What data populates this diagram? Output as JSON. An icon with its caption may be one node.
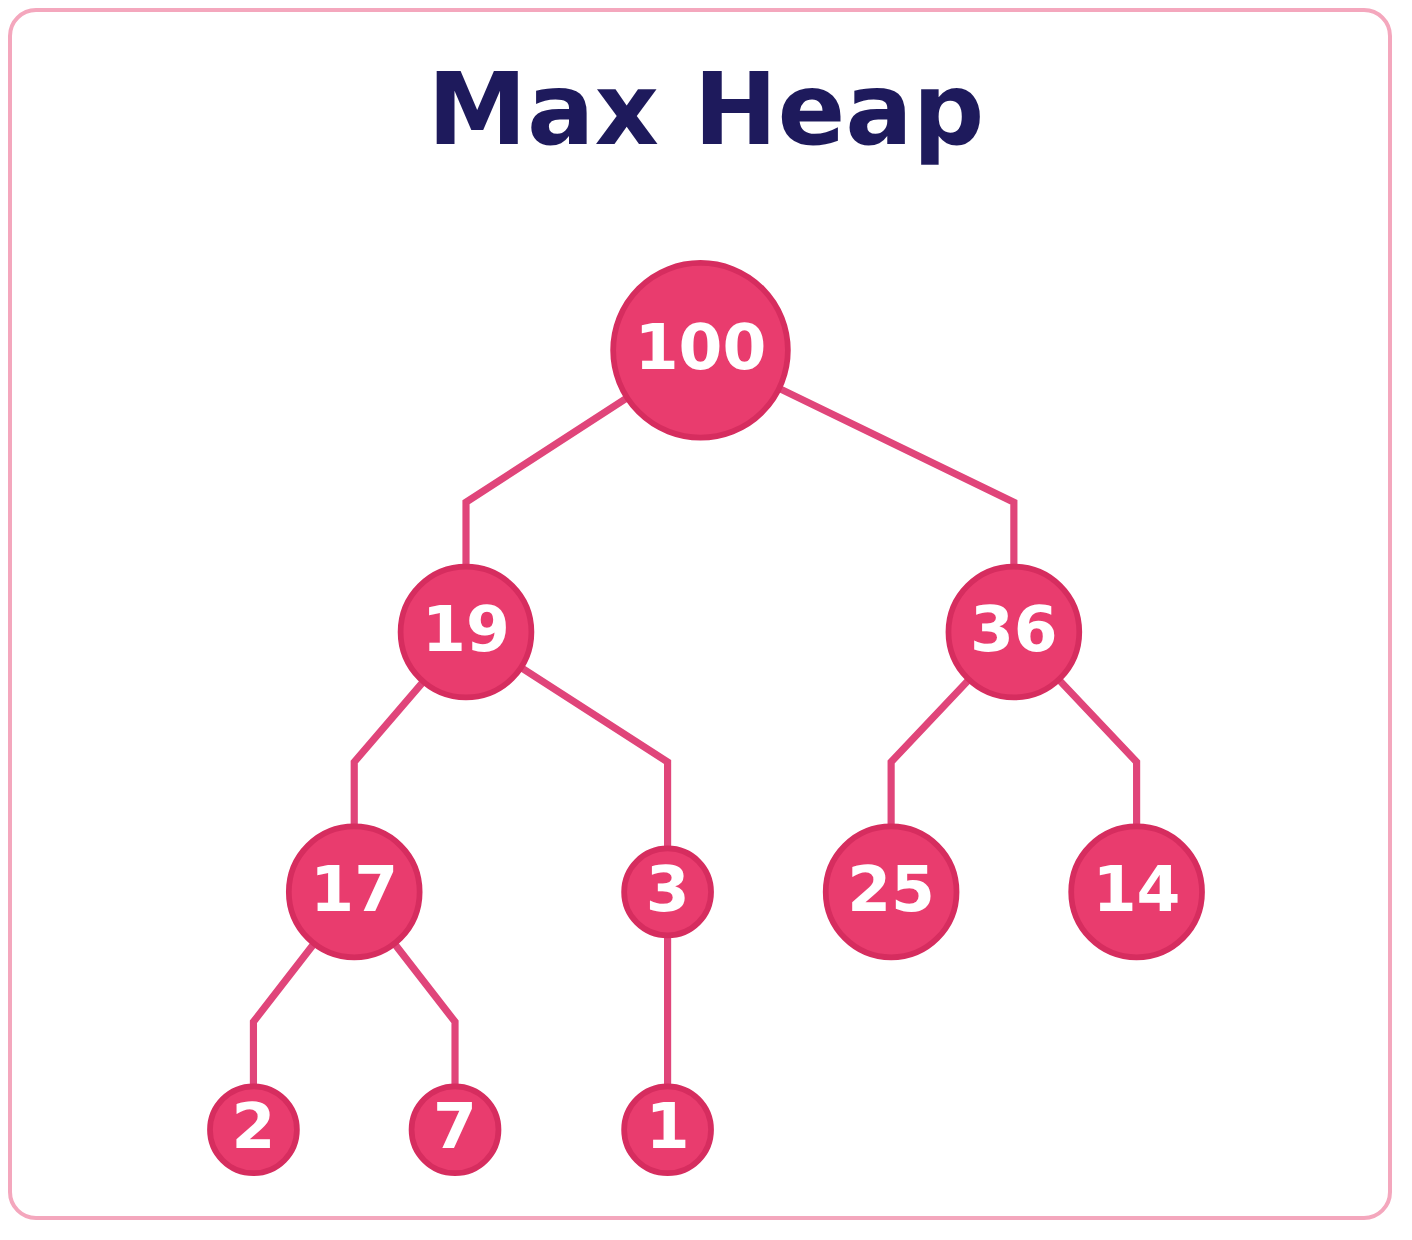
{
  "diagram": {
    "title": "Max Heap",
    "nodes": [
      {
        "text": [
          "100"
        ]
      },
      {
        "text": [
          "19"
        ]
      },
      {
        "text": [
          "36"
        ]
      },
      {
        "text": [
          "17"
        ]
      },
      {
        "text": [
          "3"
        ]
      },
      {
        "text": [
          "25"
        ]
      },
      {
        "text": [
          "14"
        ]
      },
      {
        "text": [
          "2"
        ]
      },
      {
        "text": [
          "7"
        ]
      },
      {
        "text": [
          "1"
        ]
      }
    ],
    "edges": [
      {
        "from": 0,
        "to": 1,
        "arrow": "none"
      },
      {
        "from": 0,
        "to": 2,
        "arrow": "none"
      },
      {
        "from": 1,
        "to": 3,
        "arrow": "none"
      },
      {
        "from": 1,
        "to": 4,
        "arrow": "none"
      },
      {
        "from": 2,
        "to": 5,
        "arrow": "none"
      },
      {
        "from": 2,
        "to": 6,
        "arrow": "none"
      },
      {
        "from": 3,
        "to": 7,
        "arrow": "none"
      },
      {
        "from": 3,
        "to": 8,
        "arrow": "none"
      },
      {
        "from": 4,
        "to": 9,
        "arrow": "none"
      }
    ]
  }
}
